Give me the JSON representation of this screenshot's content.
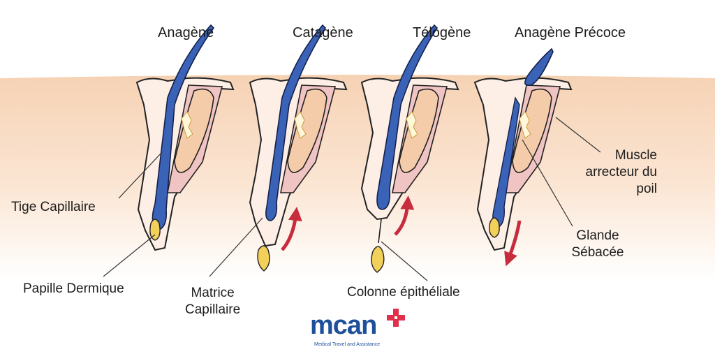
{
  "stages": [
    {
      "title": "Anagène"
    },
    {
      "title": "Catagène"
    },
    {
      "title": "Télogène"
    },
    {
      "title": "Anagène Précoce"
    }
  ],
  "labels": {
    "tige_capillaire": "Tige Capillaire",
    "papille_dermique": "Papille Dermique",
    "matrice_capillaire": "Matrice\nCapillaire",
    "colonne_epitheliale": "Colonne épithéliale",
    "muscle_arrecteur": "Muscle\narrecteur du\npoil",
    "glande_sebacee": "Glande\nSébacée"
  },
  "logo": {
    "word_main": "mca",
    "word_end": "n",
    "tagline": "Medical Travel and Assistance"
  },
  "colors": {
    "skin": "#f8d9bf",
    "follicle": "#f1c4c4",
    "hair": "#3a63b8",
    "papilla": "#f2d05a",
    "gland": "#f5ccaa",
    "arrow": "#c72b3e",
    "logo_blue": "#1d4f9a",
    "logo_red": "#e0314b",
    "text": "#1c1c1c"
  }
}
